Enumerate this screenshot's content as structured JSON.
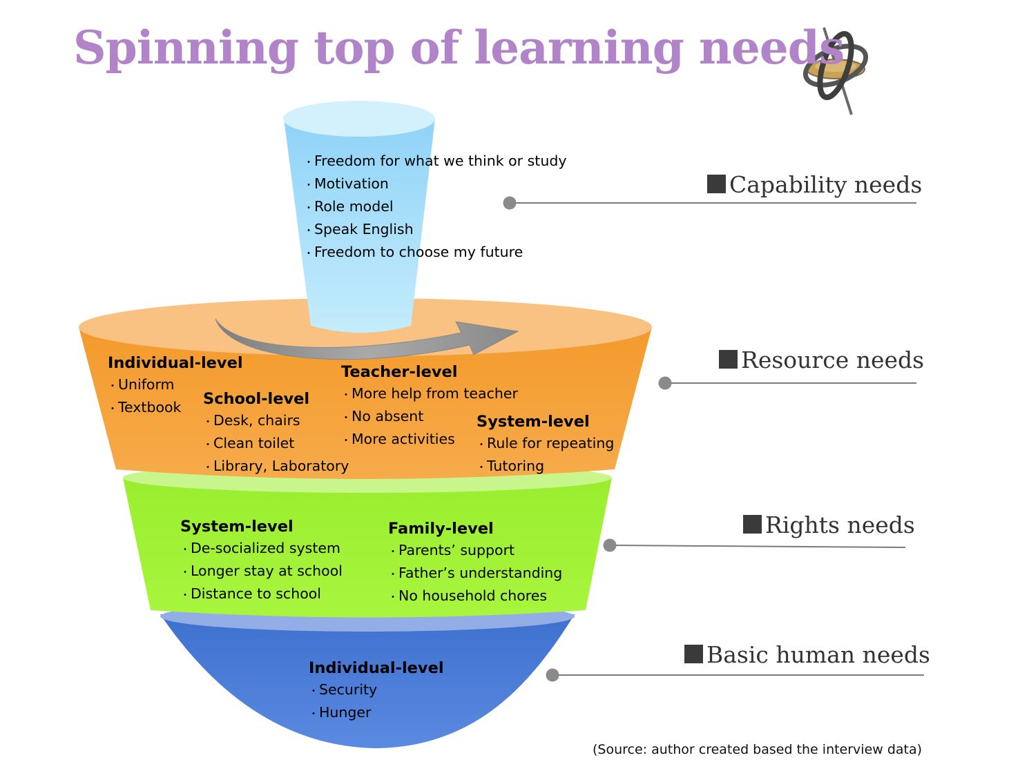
{
  "title": "Spinning top of learning needs",
  "colors": {
    "title": "#b183c8",
    "capability": "#a9dff8",
    "resource": "#f6a23a",
    "rights": "#a2f33a",
    "basic": "#4a7dd6"
  },
  "icons": {
    "logo": "gyroscope-spinning-top-icon",
    "arrow": "curved-rotation-arrow-icon"
  },
  "layers": {
    "capability": {
      "items": [
        "Freedom for what we think or study",
        "Motivation",
        "Role model",
        "Speak English",
        "Freedom to choose my future"
      ]
    },
    "resource": {
      "groups": [
        {
          "heading": "Individual-level",
          "items": [
            "Uniform",
            "Textbook"
          ]
        },
        {
          "heading": "School-level",
          "items": [
            "Desk, chairs",
            "Clean toilet",
            "Library, Laboratory"
          ]
        },
        {
          "heading": "Teacher-level",
          "items": [
            "More help from teacher",
            "No absent",
            "More activities"
          ]
        },
        {
          "heading": "System-level",
          "items": [
            "Rule for repeating",
            "Tutoring"
          ]
        }
      ]
    },
    "rights": {
      "groups": [
        {
          "heading": "System-level",
          "items": [
            "De-socialized system",
            "Longer stay at school",
            "Distance to school"
          ]
        },
        {
          "heading": "Family-level",
          "items": [
            "Parents’ support",
            "Father’s understanding",
            "No household chores"
          ]
        }
      ]
    },
    "basic": {
      "groups": [
        {
          "heading": "Individual-level",
          "items": [
            "Security",
            "Hunger"
          ]
        }
      ]
    }
  },
  "needs": [
    {
      "label": "Capability needs"
    },
    {
      "label": "Resource needs"
    },
    {
      "label": "Rights needs"
    },
    {
      "label": "Basic human needs"
    }
  ],
  "source": "(Source: author created based the interview data)"
}
